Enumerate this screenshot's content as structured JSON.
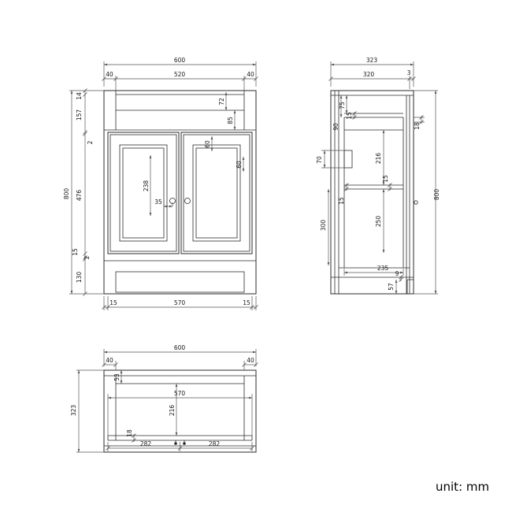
{
  "unit_label": "unit: mm",
  "front": {
    "total_width": "600",
    "left_offset": "40",
    "basin_width": "520",
    "right_offset": "40",
    "top_lip": "14",
    "upper_section": "157",
    "gap_top": "2",
    "door_height": "476",
    "bottom_gap": "15",
    "gap_bottom": "2",
    "plinth_height": "130",
    "total_height": "800",
    "basin_depth": "72",
    "top_to_door": "85",
    "stile_top": "60",
    "stile_top2": "60",
    "panel_height": "238",
    "knob_offset": "35",
    "base_left": "15",
    "base_width": "570",
    "base_right": "15"
  },
  "side": {
    "total_depth": "323",
    "body_depth": "320",
    "back_gap": "3",
    "total_height": "800",
    "top_thickness": "18",
    "rail_a": "75",
    "rail_b": "15",
    "rail_c": "90",
    "bracket": "70",
    "upper_clear": "216",
    "shelf_thk_right": "15",
    "shelf_thk_left": "15",
    "lower_clear_left": "300",
    "lower_clear_right": "250",
    "inner_depth": "235",
    "toe_gap": "9",
    "plinth_height": "57"
  },
  "plan": {
    "total_width": "600",
    "left_offset": "40",
    "right_offset": "40",
    "total_depth": "323",
    "back_rail": "53",
    "opening_width": "570",
    "inner_depth": "216",
    "door_thickness": "18",
    "hinge_left": "282",
    "hinge_right": "282"
  }
}
